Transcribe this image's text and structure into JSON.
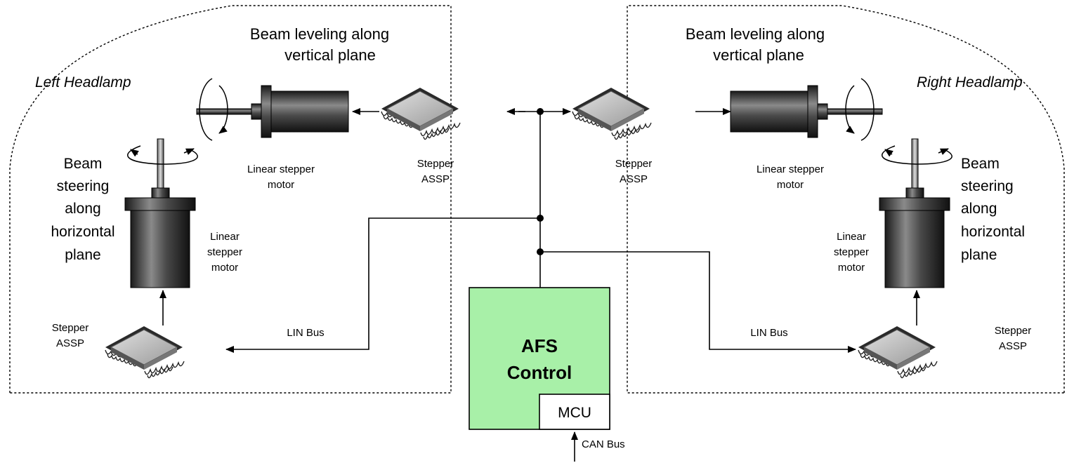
{
  "regions": {
    "left_title": "Left Headlamp",
    "right_title": "Right Headlamp"
  },
  "left": {
    "leveling_line1": "Beam leveling along",
    "leveling_line2": "vertical plane",
    "linear_motor_top": [
      "Linear stepper",
      "motor"
    ],
    "steering_lines": [
      "Beam",
      "steering",
      "along",
      "horizontal",
      "plane"
    ],
    "linear_motor_side": [
      "Linear",
      "stepper",
      "motor"
    ],
    "assp_top": [
      "Stepper",
      "ASSP"
    ],
    "assp_bottom": [
      "Stepper",
      "ASSP"
    ],
    "bus": "LIN Bus"
  },
  "right": {
    "leveling_line1": "Beam leveling along",
    "leveling_line2": "vertical plane",
    "linear_motor_top": [
      "Linear stepper",
      "motor"
    ],
    "steering_lines": [
      "Beam",
      "steering",
      "along",
      "horizontal",
      "plane"
    ],
    "linear_motor_side": [
      "Linear",
      "stepper",
      "motor"
    ],
    "assp_top": [
      "Stepper",
      "ASSP"
    ],
    "assp_bottom": [
      "Stepper",
      "ASSP"
    ],
    "bus": "LIN Bus"
  },
  "controller": {
    "title_line1": "AFS",
    "title_line2": "Control",
    "mcu": "MCU",
    "fill_color": "#a8f0a8"
  },
  "can_bus": "CAN Bus"
}
